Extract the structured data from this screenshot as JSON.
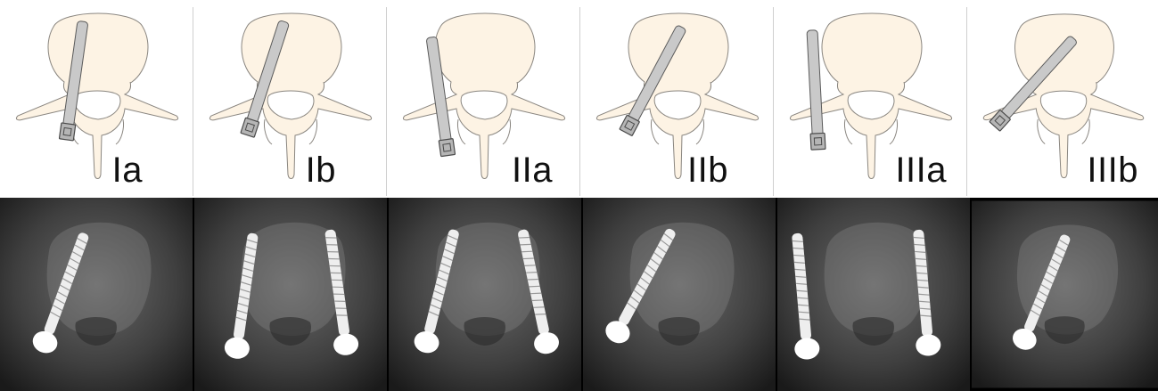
{
  "panels": [
    {
      "label": "Ia",
      "category": "I",
      "variant": "a"
    },
    {
      "label": "Ib",
      "category": "I",
      "variant": "b"
    },
    {
      "label": "IIa",
      "category": "II",
      "variant": "a"
    },
    {
      "label": "IIb",
      "category": "II",
      "variant": "b"
    },
    {
      "label": "IIIa",
      "category": "III",
      "variant": "a"
    },
    {
      "label": "IIIb",
      "category": "III",
      "variant": "b"
    }
  ],
  "colors": {
    "vertebra_fill": "#fdf3e4",
    "vertebra_stroke": "#8a8680",
    "screw_fill": "#c9c9c9",
    "screw_stroke": "#5a5a5a",
    "ct_background": "#3a3a3a"
  }
}
